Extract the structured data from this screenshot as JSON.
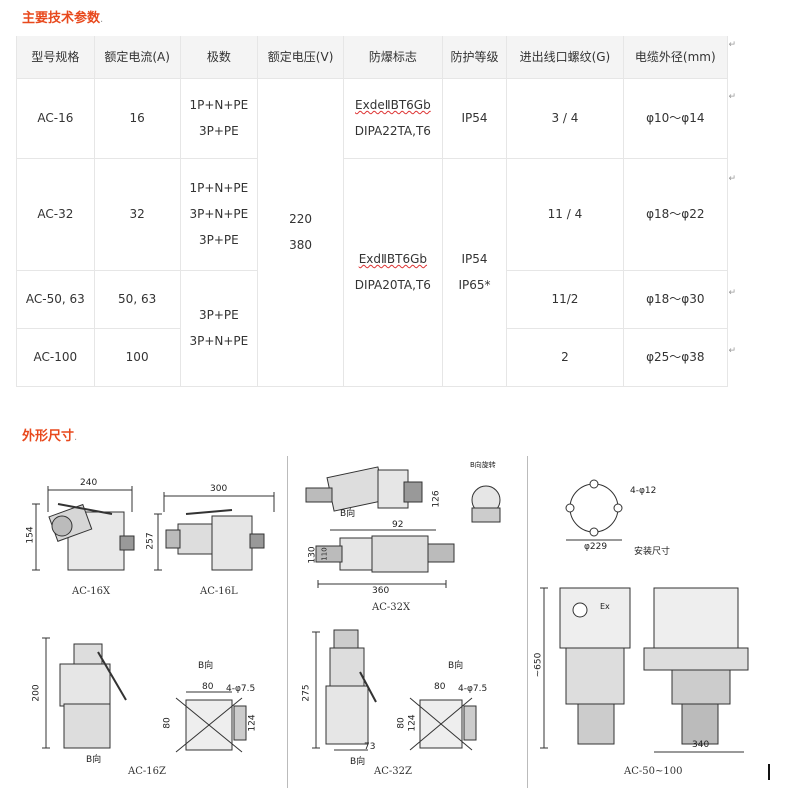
{
  "sections": {
    "spec_title": "主要技术参数",
    "dims_title": "外形尺寸"
  },
  "table": {
    "headers": [
      "型号规格",
      "额定电流(A)",
      "极数",
      "额定电压(V)",
      "防爆标志",
      "防护等级",
      "进出线口螺纹(G)",
      "电缆外径(mm)"
    ],
    "rows": [
      {
        "model": "AC-16",
        "current": "16",
        "poles": [
          "1P+N+PE",
          "3P+PE"
        ],
        "thread": "3 / 4",
        "cable": "φ10～φ14"
      },
      {
        "model": "AC-32",
        "current": "32",
        "poles": [
          "1P+N+PE",
          "3P+N+PE",
          "3P+PE"
        ],
        "thread": "11 / 4",
        "cable": "φ18～φ22"
      },
      {
        "model": "AC-50, 63",
        "current": "50, 63",
        "thread": "11/2",
        "cable": "φ18～φ30"
      },
      {
        "model": "AC-100",
        "current": "100",
        "thread": "2",
        "cable": "φ25～φ38"
      }
    ],
    "poles_group": [
      "3P+PE",
      "3P+N+PE"
    ],
    "voltage": [
      "220",
      "380"
    ],
    "exmark_a": [
      "ExdeⅡBT6Gb",
      "DIPA22TA,T6"
    ],
    "exmark_b": [
      "ExdⅡBT6Gb",
      "DIPA20TA,T6"
    ],
    "ip_a": "IP54",
    "ip_b": [
      "IP54",
      "IP65*"
    ]
  },
  "drawings": {
    "ac16x": {
      "caption": "AC-16X",
      "w": "240",
      "h": "154"
    },
    "ac16l": {
      "caption": "AC-16L",
      "w": "300",
      "h": "257"
    },
    "ac32x": {
      "caption": "AC-32X",
      "top_label": "B向旋转",
      "d1": "92",
      "d2": "130",
      "d3": "110",
      "d4": "360",
      "d5": "126",
      "b": "B向"
    },
    "mount": {
      "caption": "安装尺寸",
      "holes": "4-φ12",
      "dia": "φ229"
    },
    "ac16z": {
      "caption": "AC-16Z",
      "h": "200",
      "bdir": "B向",
      "w80": "80",
      "h80": "80",
      "h124": "124",
      "holes": "4-φ7.5",
      "arrow": "B向"
    },
    "ac32z": {
      "caption": "AC-32Z",
      "h": "275",
      "bdir": "B向",
      "w80": "80",
      "h80": "80",
      "h124": "124",
      "holes": "4-φ7.5",
      "w73": "73",
      "arrow": "B向"
    },
    "ac50": {
      "caption": "AC-50~100",
      "h": "~650",
      "w": "340",
      "ex": "Ex"
    }
  }
}
